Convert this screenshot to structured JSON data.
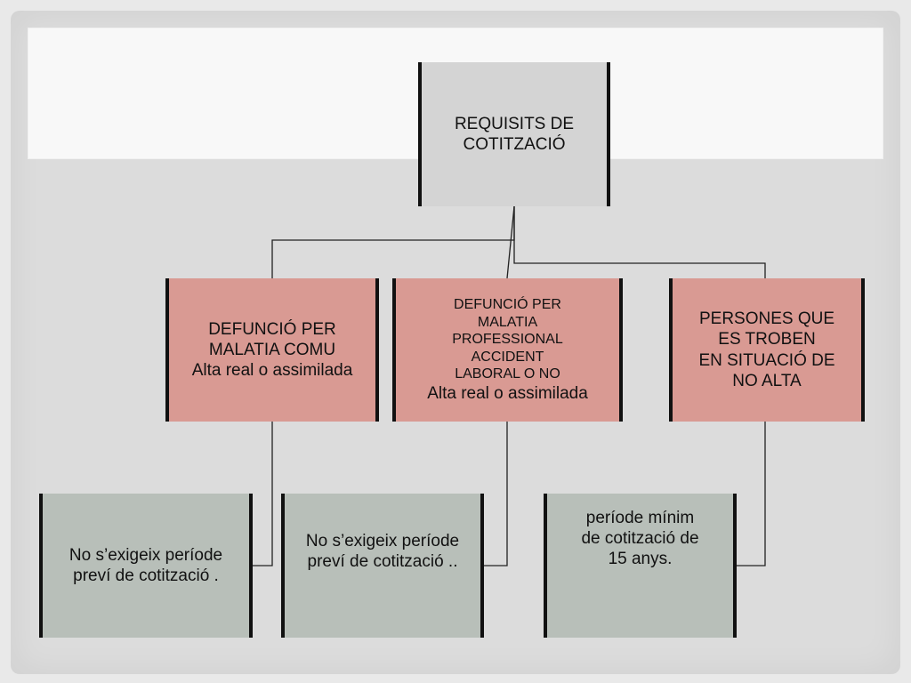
{
  "root": {
    "lines": [
      "REQUISITS DE",
      "COTITZACIÓ"
    ]
  },
  "branches": [
    {
      "lines": [
        "DEFUNCIÓ PER",
        "MALATIA COMU",
        "Alta real o assimilada"
      ],
      "requirement": [
        "No s’exigeix període",
        "preví de cotització ."
      ]
    },
    {
      "lines": [
        "DEFUNCIÓ PER",
        "MALATIA",
        "PROFESSIONAL",
        "ACCIDENT",
        "LABORAL O NO",
        "Alta real o assimilada"
      ],
      "requirement": [
        "No s’exigeix període",
        "preví de cotització .."
      ]
    },
    {
      "lines": [
        "PERSONES QUE",
        "ES TROBEN",
        "EN SITUACIÓ DE",
        "NO ALTA"
      ],
      "requirement": [
        "període mínim",
        "de cotització de",
        "15 anys."
      ]
    }
  ],
  "colors": {
    "root_box": "#d4d4d4",
    "branch_box": "#d99a93",
    "requirement_box": "#b8bfb9",
    "connector": "#222222"
  }
}
